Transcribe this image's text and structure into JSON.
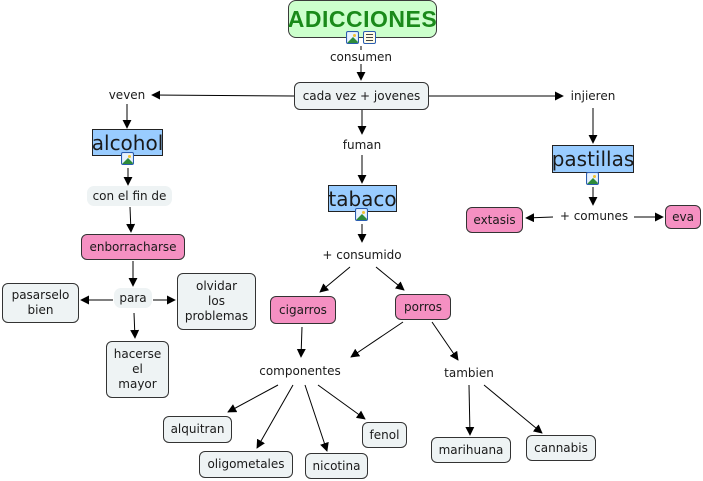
{
  "map": {
    "title": "ADICCIONES",
    "nodes": {
      "consumen": "consumen",
      "cada_vez": "cada vez + jovenes",
      "veven": "veven",
      "injieren": "injieren",
      "fuman": "fuman",
      "alcohol": "alcohol",
      "tabaco": "tabaco",
      "pastillas": "pastillas",
      "con_el_fin": "con el fin de",
      "enborracharse": "enborracharse",
      "para": "para",
      "pasarselo": "pasarselo\nbien",
      "olvidar": "olvidar\nlos\nproblemas",
      "hacerse": "hacerse\nel\nmayor",
      "mas_consumido": "+ consumido",
      "cigarros": "cigarros",
      "porros": "porros",
      "componentes": "componentes",
      "tambien": "tambien",
      "alquitran": "alquitran",
      "oligometales": "oligometales",
      "nicotina": "nicotina",
      "fenol": "fenol",
      "marihuana": "marihuana",
      "cannabis": "cannabis",
      "mas_comunes": "+ comunes",
      "extasis": "extasis",
      "eva": "eva"
    },
    "icons": [
      "image-resource-icon",
      "document-resource-icon"
    ],
    "colors": {
      "title_bg": "#ccffcc",
      "title_text": "#1a8a1a",
      "concept_bg": "#eef3f4",
      "highlight_bg": "#f590c2",
      "category_bg": "#99ccff"
    }
  }
}
